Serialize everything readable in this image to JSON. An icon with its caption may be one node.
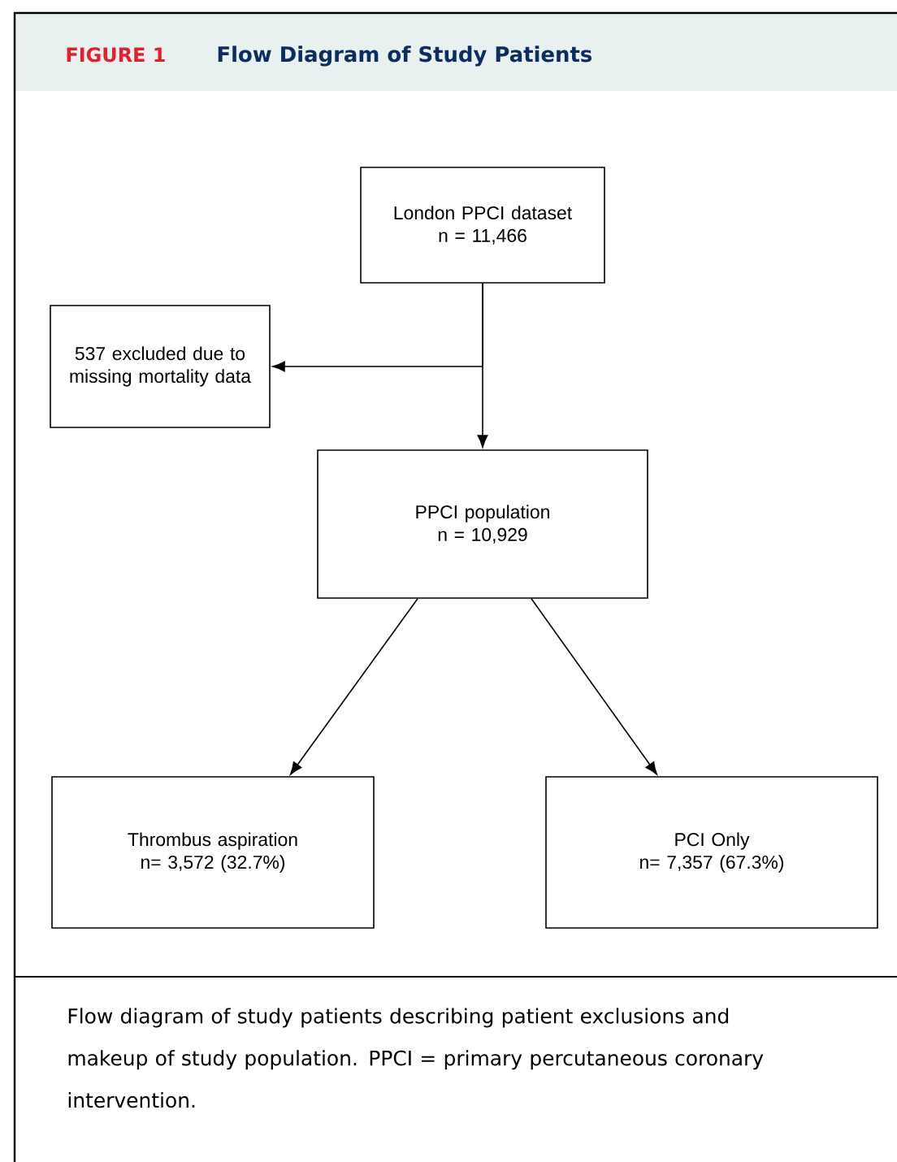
{
  "diagram": {
    "title": "Flow Diagram of Study Patients",
    "caption": "Flow diagram of study patients describing patient exclusions and makeup of study population. PPCI = primary percutaneous coronary intervention.",
    "nodes": [
      {
        "text": [
          "London PPCI dataset",
          "n = 11,466"
        ]
      },
      {
        "text": [
          "537 excluded due to missing mortality data"
        ]
      },
      {
        "text": [
          "PPCI population",
          "n = 10,929"
        ]
      },
      {
        "text": [
          "Thrombus aspiration",
          "n= 3,572 (32.7%)"
        ]
      },
      {
        "text": [
          "PCI Only",
          "n= 7,357 (67.3%)"
        ]
      }
    ],
    "edges": [
      {
        "from": 0,
        "to": 1,
        "arrow": "to"
      },
      {
        "from": 0,
        "to": 2,
        "arrow": "to"
      },
      {
        "from": 2,
        "to": 3,
        "arrow": "to"
      },
      {
        "from": 2,
        "to": 4,
        "arrow": "to"
      }
    ],
    "labels": [
      "FIGURE 1"
    ]
  }
}
